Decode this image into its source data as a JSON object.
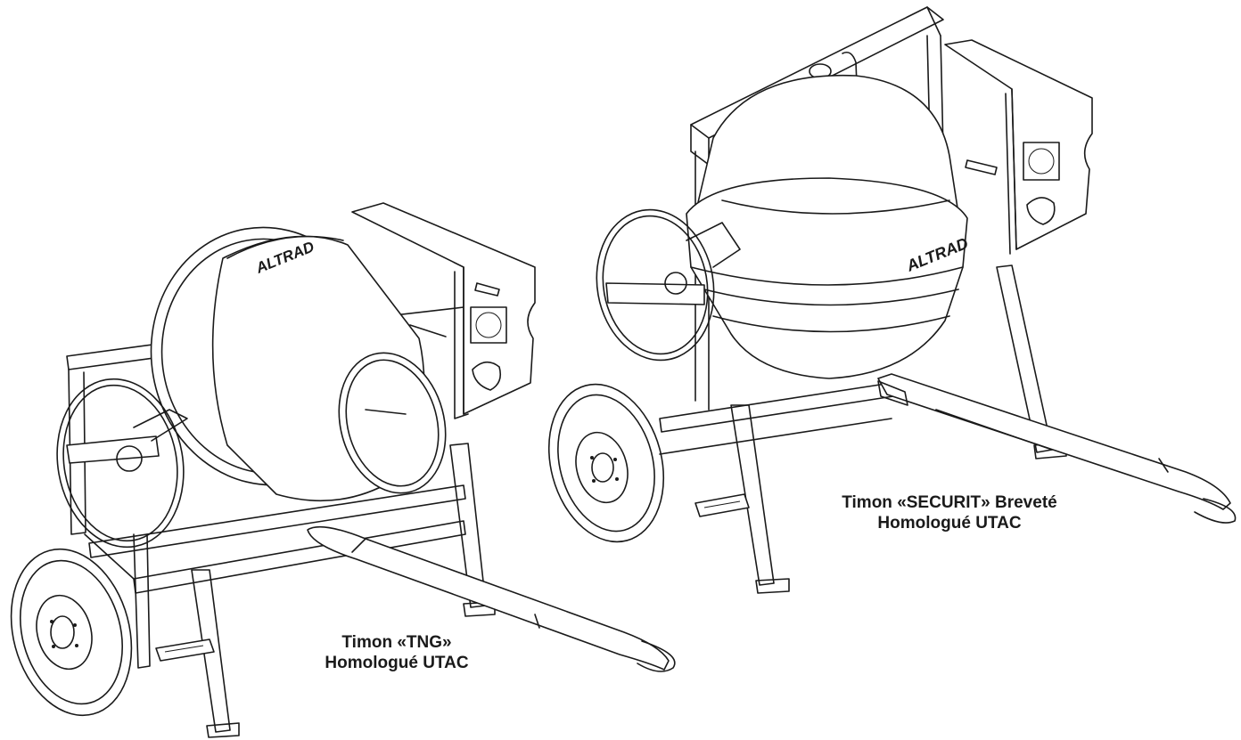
{
  "figure": {
    "left_mixer": {
      "brand_text": "ALTRAD",
      "caption_line1": "Timon «TNG»",
      "caption_line2": "Homologué UTAC"
    },
    "right_mixer": {
      "brand_text": "ALTRAD",
      "caption_line1": "Timon «SECURIT» Breveté",
      "caption_line2": "Homologué UTAC"
    }
  }
}
